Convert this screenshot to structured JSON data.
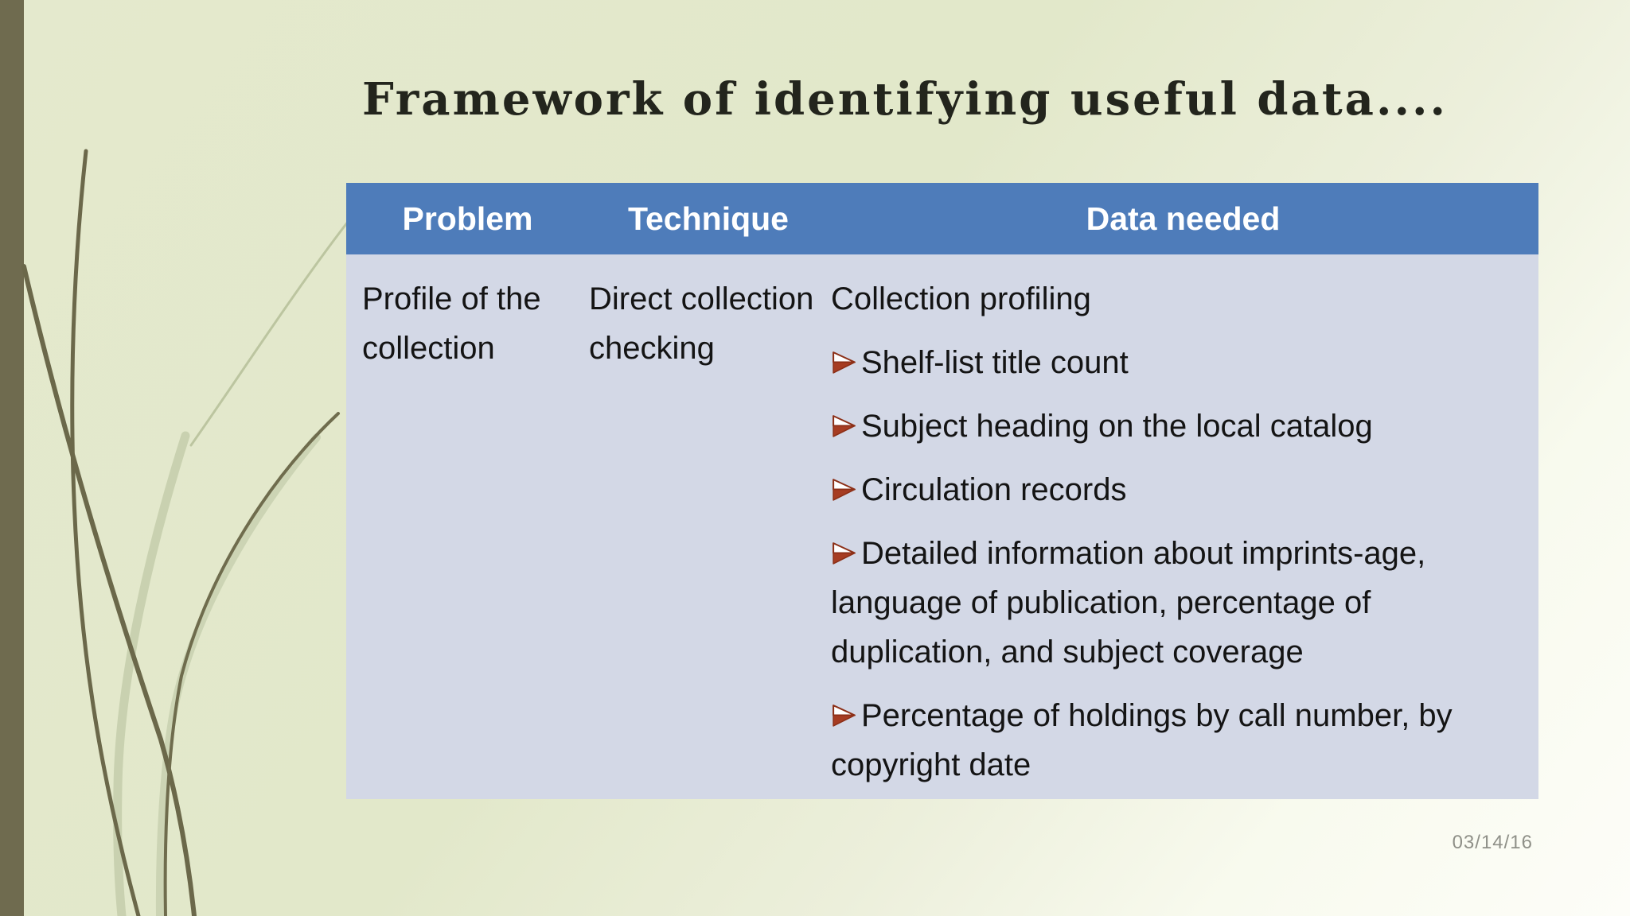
{
  "slide": {
    "title": "Framework of identifying useful data....",
    "date": "03/14/16",
    "decoration": "grass-stems-illustration"
  },
  "table": {
    "headers": [
      "Problem",
      "Technique",
      "Data needed"
    ],
    "row": {
      "problem": "Profile of the collection",
      "technique": "Direct collection checking",
      "data_needed_intro": "Collection profiling",
      "data_needed_items": [
        "Shelf-list title count",
        "Subject heading on the local catalog",
        "Circulation records",
        "Detailed information about imprints-age, language of publication, percentage of duplication, and subject coverage",
        "Percentage of holdings by call number, by copyright date"
      ],
      "bullet_icon": "3d-arrowhead-right-icon"
    }
  },
  "colors": {
    "header_bg": "#4e7cba",
    "header_text": "#ffffff",
    "body_bg": "#d3d8e6",
    "body_text": "#141414",
    "bullet_red": "#a03a20",
    "accent_bar": "#6f6b4f",
    "background_green": "#e4e9cd",
    "background_white": "#fdfdf8",
    "title_text": "#23251d",
    "date_text": "#8f9088"
  }
}
